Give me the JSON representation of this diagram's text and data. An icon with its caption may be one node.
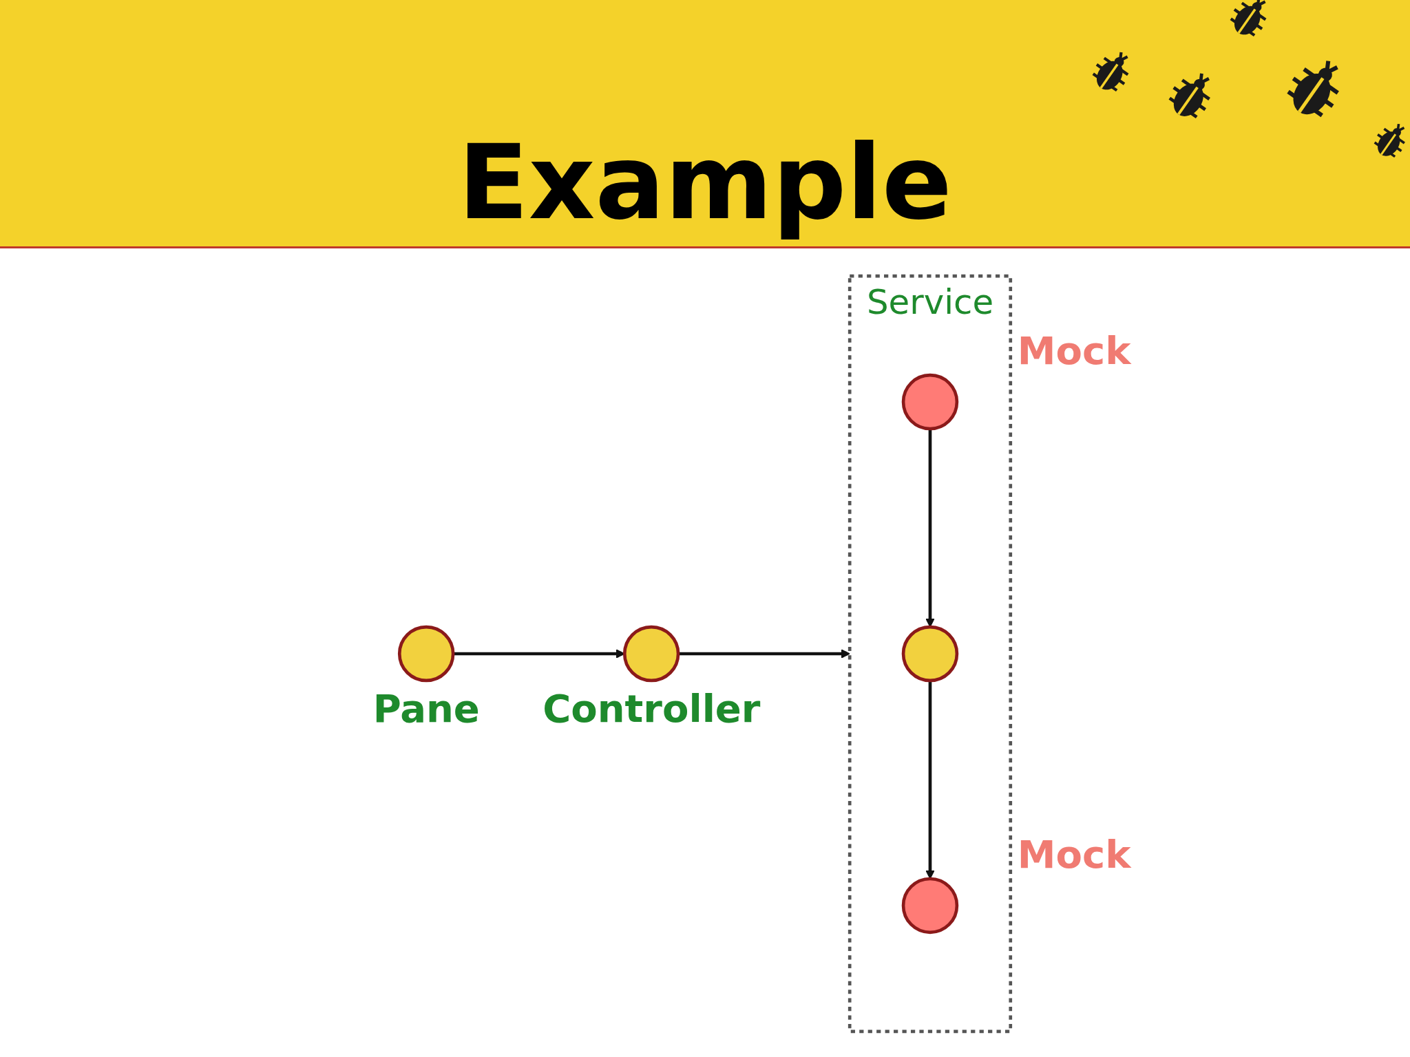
{
  "diagram": {
    "title": "Example",
    "nodes": [
      {
        "text": [],
        "shape": "circle",
        "beside": [
          "Pane"
        ]
      },
      {
        "text": [],
        "shape": "circle",
        "beside": [
          "Controller"
        ]
      },
      {
        "text": [
          "Service"
        ]
      },
      {
        "text": [],
        "shape": "circle",
        "in": 2,
        "beside": [
          "Mock"
        ]
      },
      {
        "text": [],
        "shape": "circle",
        "in": 2
      },
      {
        "text": [],
        "shape": "circle",
        "in": 2,
        "beside": [
          "Mock"
        ]
      }
    ],
    "edges": [
      {
        "from": 0,
        "to": 1,
        "arrow": "to"
      },
      {
        "from": 1,
        "to": 2,
        "arrow": "to"
      },
      {
        "from": 3,
        "to": 4,
        "arrow": "to"
      },
      {
        "from": 4,
        "to": 5,
        "arrow": "to"
      }
    ]
  }
}
